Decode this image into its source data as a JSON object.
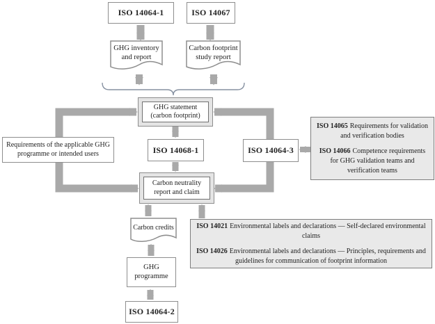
{
  "colors": {
    "arrow": "#a9a9a9",
    "border": "#8d8d8d",
    "inner-border": "#707070",
    "panel-border": "#7e7e7e",
    "panel-fill": "#e9e9e9",
    "outer-fill": "#e4e4e4",
    "text": "#222222",
    "brace": "#8590a0"
  },
  "nodes": {
    "iso14064_1": {
      "label": "ISO 14064-1"
    },
    "iso14067": {
      "label": "ISO 14067"
    },
    "ghg_inventory": {
      "label": "GHG inventory and report"
    },
    "carbon_footprint": {
      "label": "Carbon footprint study report"
    },
    "ghg_statement": {
      "label": "GHG statement (carbon footprint)"
    },
    "requirements": {
      "label": "Requirements of the applicable GHG programme or intended users"
    },
    "iso14068_1": {
      "label": "ISO 14068-1"
    },
    "iso14064_3": {
      "label": "ISO 14064-3"
    },
    "carbon_neutrality": {
      "label": "Carbon neutrality report and claim"
    },
    "carbon_credits": {
      "label": "Carbon credits"
    },
    "ghg_programme": {
      "label": "GHG programme"
    },
    "iso14064_2": {
      "label": "ISO 14064-2"
    }
  },
  "panels": {
    "verification": {
      "items": [
        {
          "code": "ISO 14065",
          "text": "Requirements for validation and verification bodies"
        },
        {
          "code": "ISO 14066",
          "text": "Competence requirements for GHG validation teams and verification teams"
        }
      ]
    },
    "labels": {
      "items": [
        {
          "code": "ISO 14021",
          "text": "Environmental labels and declarations — Self-declared environmental claims"
        },
        {
          "code": "ISO 14026",
          "text": "Environmental labels and declarations — Principles, requirements and guidelines for communication of footprint information"
        }
      ]
    }
  }
}
